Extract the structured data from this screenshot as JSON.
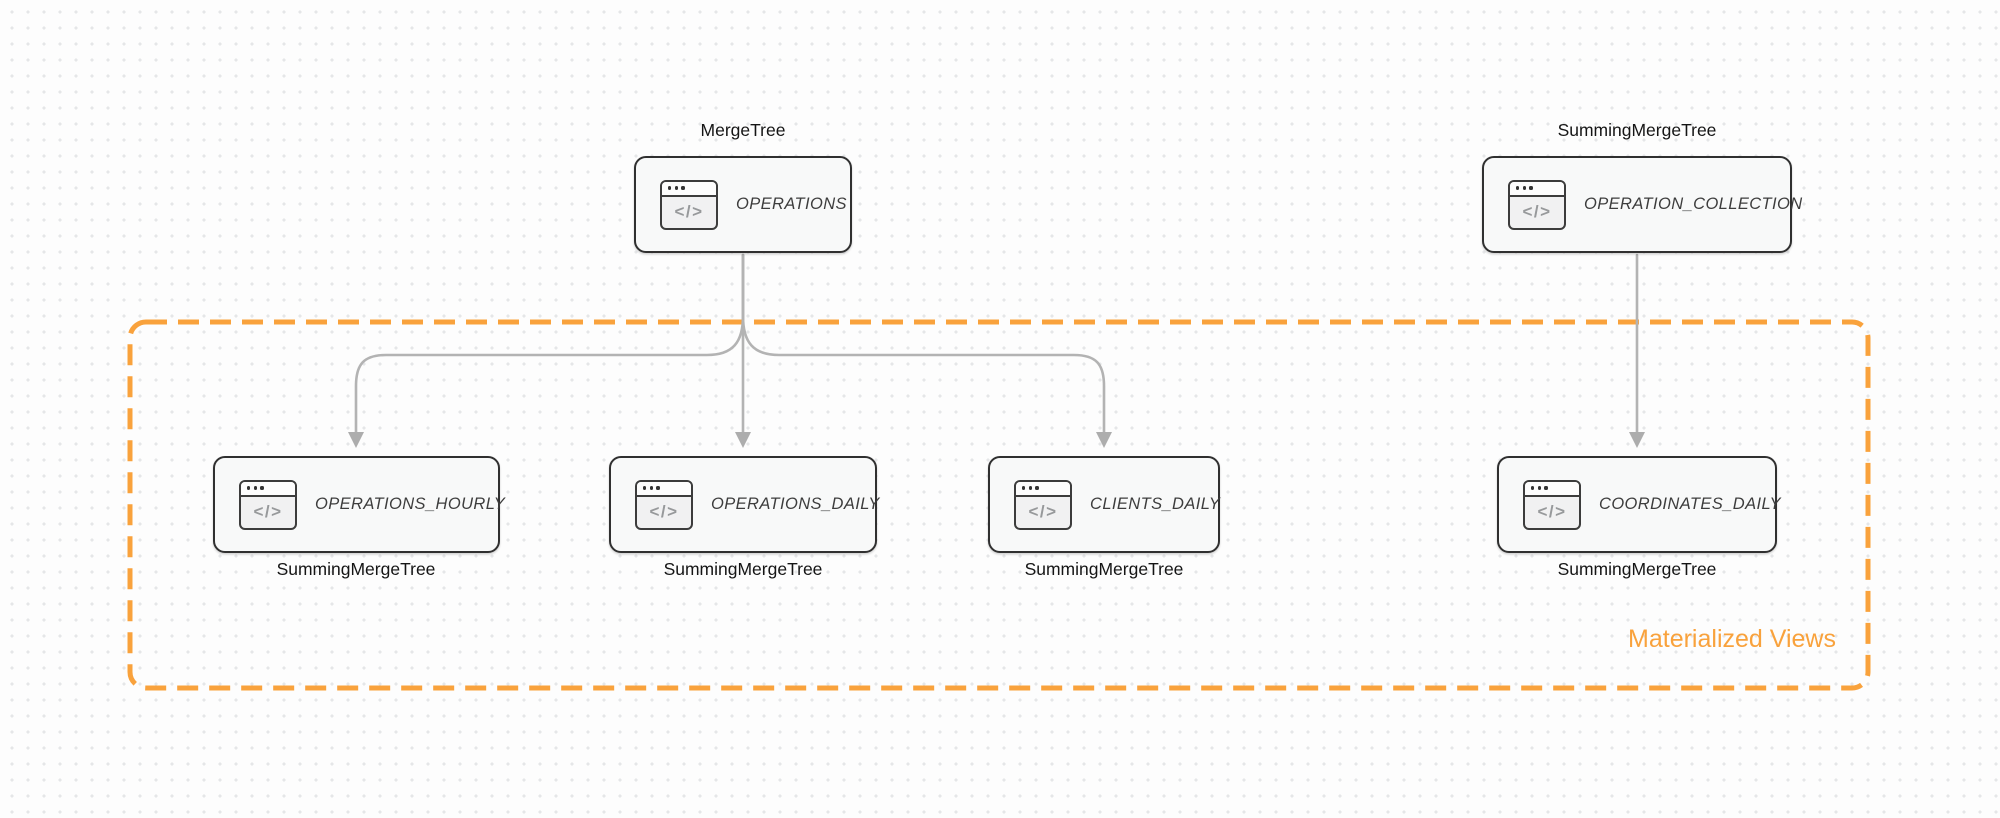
{
  "canvas": {
    "type": "diagram-canvas"
  },
  "colors": {
    "canvas_bg": "#fdfdfd",
    "grid_dot": "#e5e6e8",
    "node_border": "#303030",
    "node_fill": "#f8f9f9",
    "connector": "#b3b3b3",
    "connector_arrow": "#adadad",
    "accent_orange": "#f9a23c"
  },
  "icon_glyph": "</>",
  "nodes": [
    {
      "id": "operations",
      "title": "OPERATIONS",
      "label": "MergeTree",
      "label_position": "top",
      "icon": "code-window"
    },
    {
      "id": "operation-collection",
      "title": "OPERATION_COLLECTION",
      "label": "SummingMergeTree",
      "label_position": "top",
      "icon": "code-window"
    },
    {
      "id": "operations-hourly",
      "title": "OPERATIONS_HOURLY",
      "label": "SummingMergeTree",
      "label_position": "bottom",
      "icon": "code-window"
    },
    {
      "id": "operations-daily",
      "title": "OPERATIONS_DAILY",
      "label": "SummingMergeTree",
      "label_position": "bottom",
      "icon": "code-window"
    },
    {
      "id": "clients-daily",
      "title": "CLIENTS_DAILY",
      "label": "SummingMergeTree",
      "label_position": "bottom",
      "icon": "code-window"
    },
    {
      "id": "coordinates-daily",
      "title": "COORDINATES_DAILY",
      "label": "SummingMergeTree",
      "label_position": "bottom",
      "icon": "code-window"
    }
  ],
  "edges": [
    {
      "from": "OPERATIONS",
      "to": "OPERATIONS_HOURLY"
    },
    {
      "from": "OPERATIONS",
      "to": "OPERATIONS_DAILY"
    },
    {
      "from": "OPERATIONS",
      "to": "CLIENTS_DAILY"
    },
    {
      "from": "OPERATION_COLLECTION",
      "to": "COORDINATES_DAILY"
    }
  ],
  "group": {
    "label": "Materialized Views",
    "contains": [
      "OPERATIONS_HOURLY",
      "OPERATIONS_DAILY",
      "CLIENTS_DAILY",
      "COORDINATES_DAILY"
    ]
  }
}
